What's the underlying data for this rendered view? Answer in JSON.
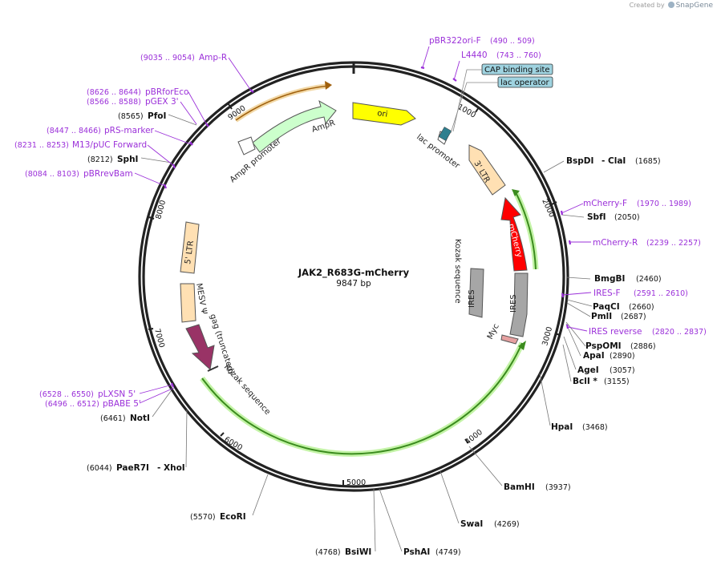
{
  "credit": {
    "prefix": "Created by",
    "brand": "SnapGene"
  },
  "plasmid": {
    "name": "JAK2_R683G-mCherry",
    "size_label": "9847 bp",
    "length": 9847
  },
  "ticks": [
    "1000",
    "2000",
    "3000",
    "4000",
    "5000",
    "6000",
    "7000",
    "8000",
    "9000"
  ],
  "features": [
    {
      "id": "ori",
      "label": "ori",
      "color": "#ffff00"
    },
    {
      "id": "ampr",
      "label": "AmpR",
      "color": "#ccffcc"
    },
    {
      "id": "ampr-promoter",
      "label": "AmpR promoter",
      "color": "#ffffff"
    },
    {
      "id": "lac-promoter",
      "label": "lac promoter",
      "color": "#ffffff"
    },
    {
      "id": "ltr-3",
      "label": "3' LTR",
      "color": "#ffe0b3"
    },
    {
      "id": "mcherry",
      "label": "mCherry",
      "color": "#ff0000"
    },
    {
      "id": "ires-right",
      "label": "IRES",
      "color": "#a6a6a6"
    },
    {
      "id": "ires-left",
      "label": "IRES",
      "color": "#a6a6a6"
    },
    {
      "id": "kozak-right",
      "label": "Kozak sequence",
      "color": "#ffffff"
    },
    {
      "id": "myc",
      "label": "Myc",
      "color": "#e6a0a0"
    },
    {
      "id": "ltr-5",
      "label": "5' LTR",
      "color": "#ffe0b3"
    },
    {
      "id": "mesv",
      "label": "MESV Ψ",
      "color": "#ffe0b3"
    },
    {
      "id": "gag",
      "label": "gag (truncated)",
      "color": "#993366"
    },
    {
      "id": "kozak-left",
      "label": "Kozak sequence",
      "color": "#ffffff"
    }
  ],
  "boxed_features": [
    {
      "label": "CAP binding site",
      "color": "#9fd3e0"
    },
    {
      "label": "lac operator",
      "color": "#9fd3e0"
    }
  ],
  "restriction_sites": [
    {
      "name": "BspDI",
      "extra": "- ClaI",
      "pos": "(1685)"
    },
    {
      "name": "SbfI",
      "extra": "",
      "pos": "(2050)"
    },
    {
      "name": "BmgBI",
      "extra": "",
      "pos": "(2460)"
    },
    {
      "name": "PaqCI",
      "extra": "",
      "pos": "(2660)"
    },
    {
      "name": "PmlI",
      "extra": "",
      "pos": "(2687)"
    },
    {
      "name": "PspOMI",
      "extra": "",
      "pos": "(2886)"
    },
    {
      "name": "ApaI",
      "extra": "",
      "pos": "(2890)"
    },
    {
      "name": "AgeI",
      "extra": "",
      "pos": "(3057)"
    },
    {
      "name": "BclI *",
      "extra": "",
      "pos": "(3155)"
    },
    {
      "name": "HpaI",
      "extra": "",
      "pos": "(3468)"
    },
    {
      "name": "BamHI",
      "extra": "",
      "pos": "(3937)"
    },
    {
      "name": "SwaI",
      "extra": "",
      "pos": "(4269)"
    },
    {
      "name": "PshAI",
      "extra": "",
      "pos": "(4749)"
    },
    {
      "name": "BsiWI",
      "extra": "",
      "pos": "(4768)"
    },
    {
      "name": "EcoRI",
      "extra": "",
      "pos": "(5570)"
    },
    {
      "name": "PaeR7I",
      "extra": "- XhoI",
      "pos": "(6044)"
    },
    {
      "name": "NotI",
      "extra": "",
      "pos": "(6461)"
    },
    {
      "name": "SphI",
      "extra": "",
      "pos": "(8212)"
    },
    {
      "name": "PfoI",
      "extra": "",
      "pos": "(8565)"
    }
  ],
  "primers": [
    {
      "name": "pBR322ori-F",
      "pos": "(490 .. 509)"
    },
    {
      "name": "L4440",
      "pos": "(743 .. 760)"
    },
    {
      "name": "mCherry-F",
      "pos": "(1970 .. 1989)"
    },
    {
      "name": "mCherry-R",
      "pos": "(2239 .. 2257)"
    },
    {
      "name": "IRES-F",
      "pos": "(2591 .. 2610)"
    },
    {
      "name": "IRES reverse",
      "pos": "(2820 .. 2837)"
    },
    {
      "name": "pLXSN 5'",
      "pos": "(6528 .. 6550)"
    },
    {
      "name": "pBABE 5'",
      "pos": "(6496 .. 6512)"
    },
    {
      "name": "pBRrevBam",
      "pos": "(8084 .. 8103)"
    },
    {
      "name": "M13/pUC Forward",
      "pos": "(8231 .. 8253)"
    },
    {
      "name": "pRS-marker",
      "pos": "(8447 .. 8466)"
    },
    {
      "name": "pGEX 3'",
      "pos": "(8566 .. 8588)"
    },
    {
      "name": "pBRforEco",
      "pos": "(8626 .. 8644)"
    },
    {
      "name": "Amp-R",
      "pos": "(9035 .. 9054)"
    }
  ]
}
